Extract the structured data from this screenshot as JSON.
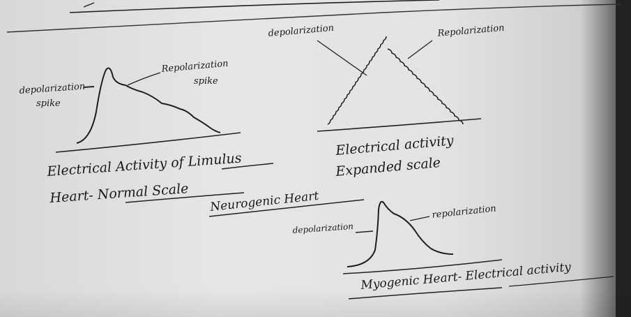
{
  "diagram": {
    "left_graph": {
      "depolarization_label_line1": "depolarization",
      "depolarization_label_line2": "spike",
      "repolarization_label_line1": "Repolarization",
      "repolarization_label_line2": "spike"
    },
    "right_graph": {
      "depolarization_label": "depolarization",
      "repolarization_label": "Repolarization"
    },
    "bottom_graph": {
      "depolarization_label": "depolarization",
      "repolarization_label": "repolarization"
    },
    "captions": {
      "left_line1": "Electrical Activity of Limulus",
      "left_line2": "Heart- Normal Scale",
      "right_line1": "Electrical activity",
      "right_line2": "Expanded scale",
      "neurogenic": "Neurogenic Heart",
      "myogenic": "Myogenic Heart- Electrical activity"
    }
  }
}
